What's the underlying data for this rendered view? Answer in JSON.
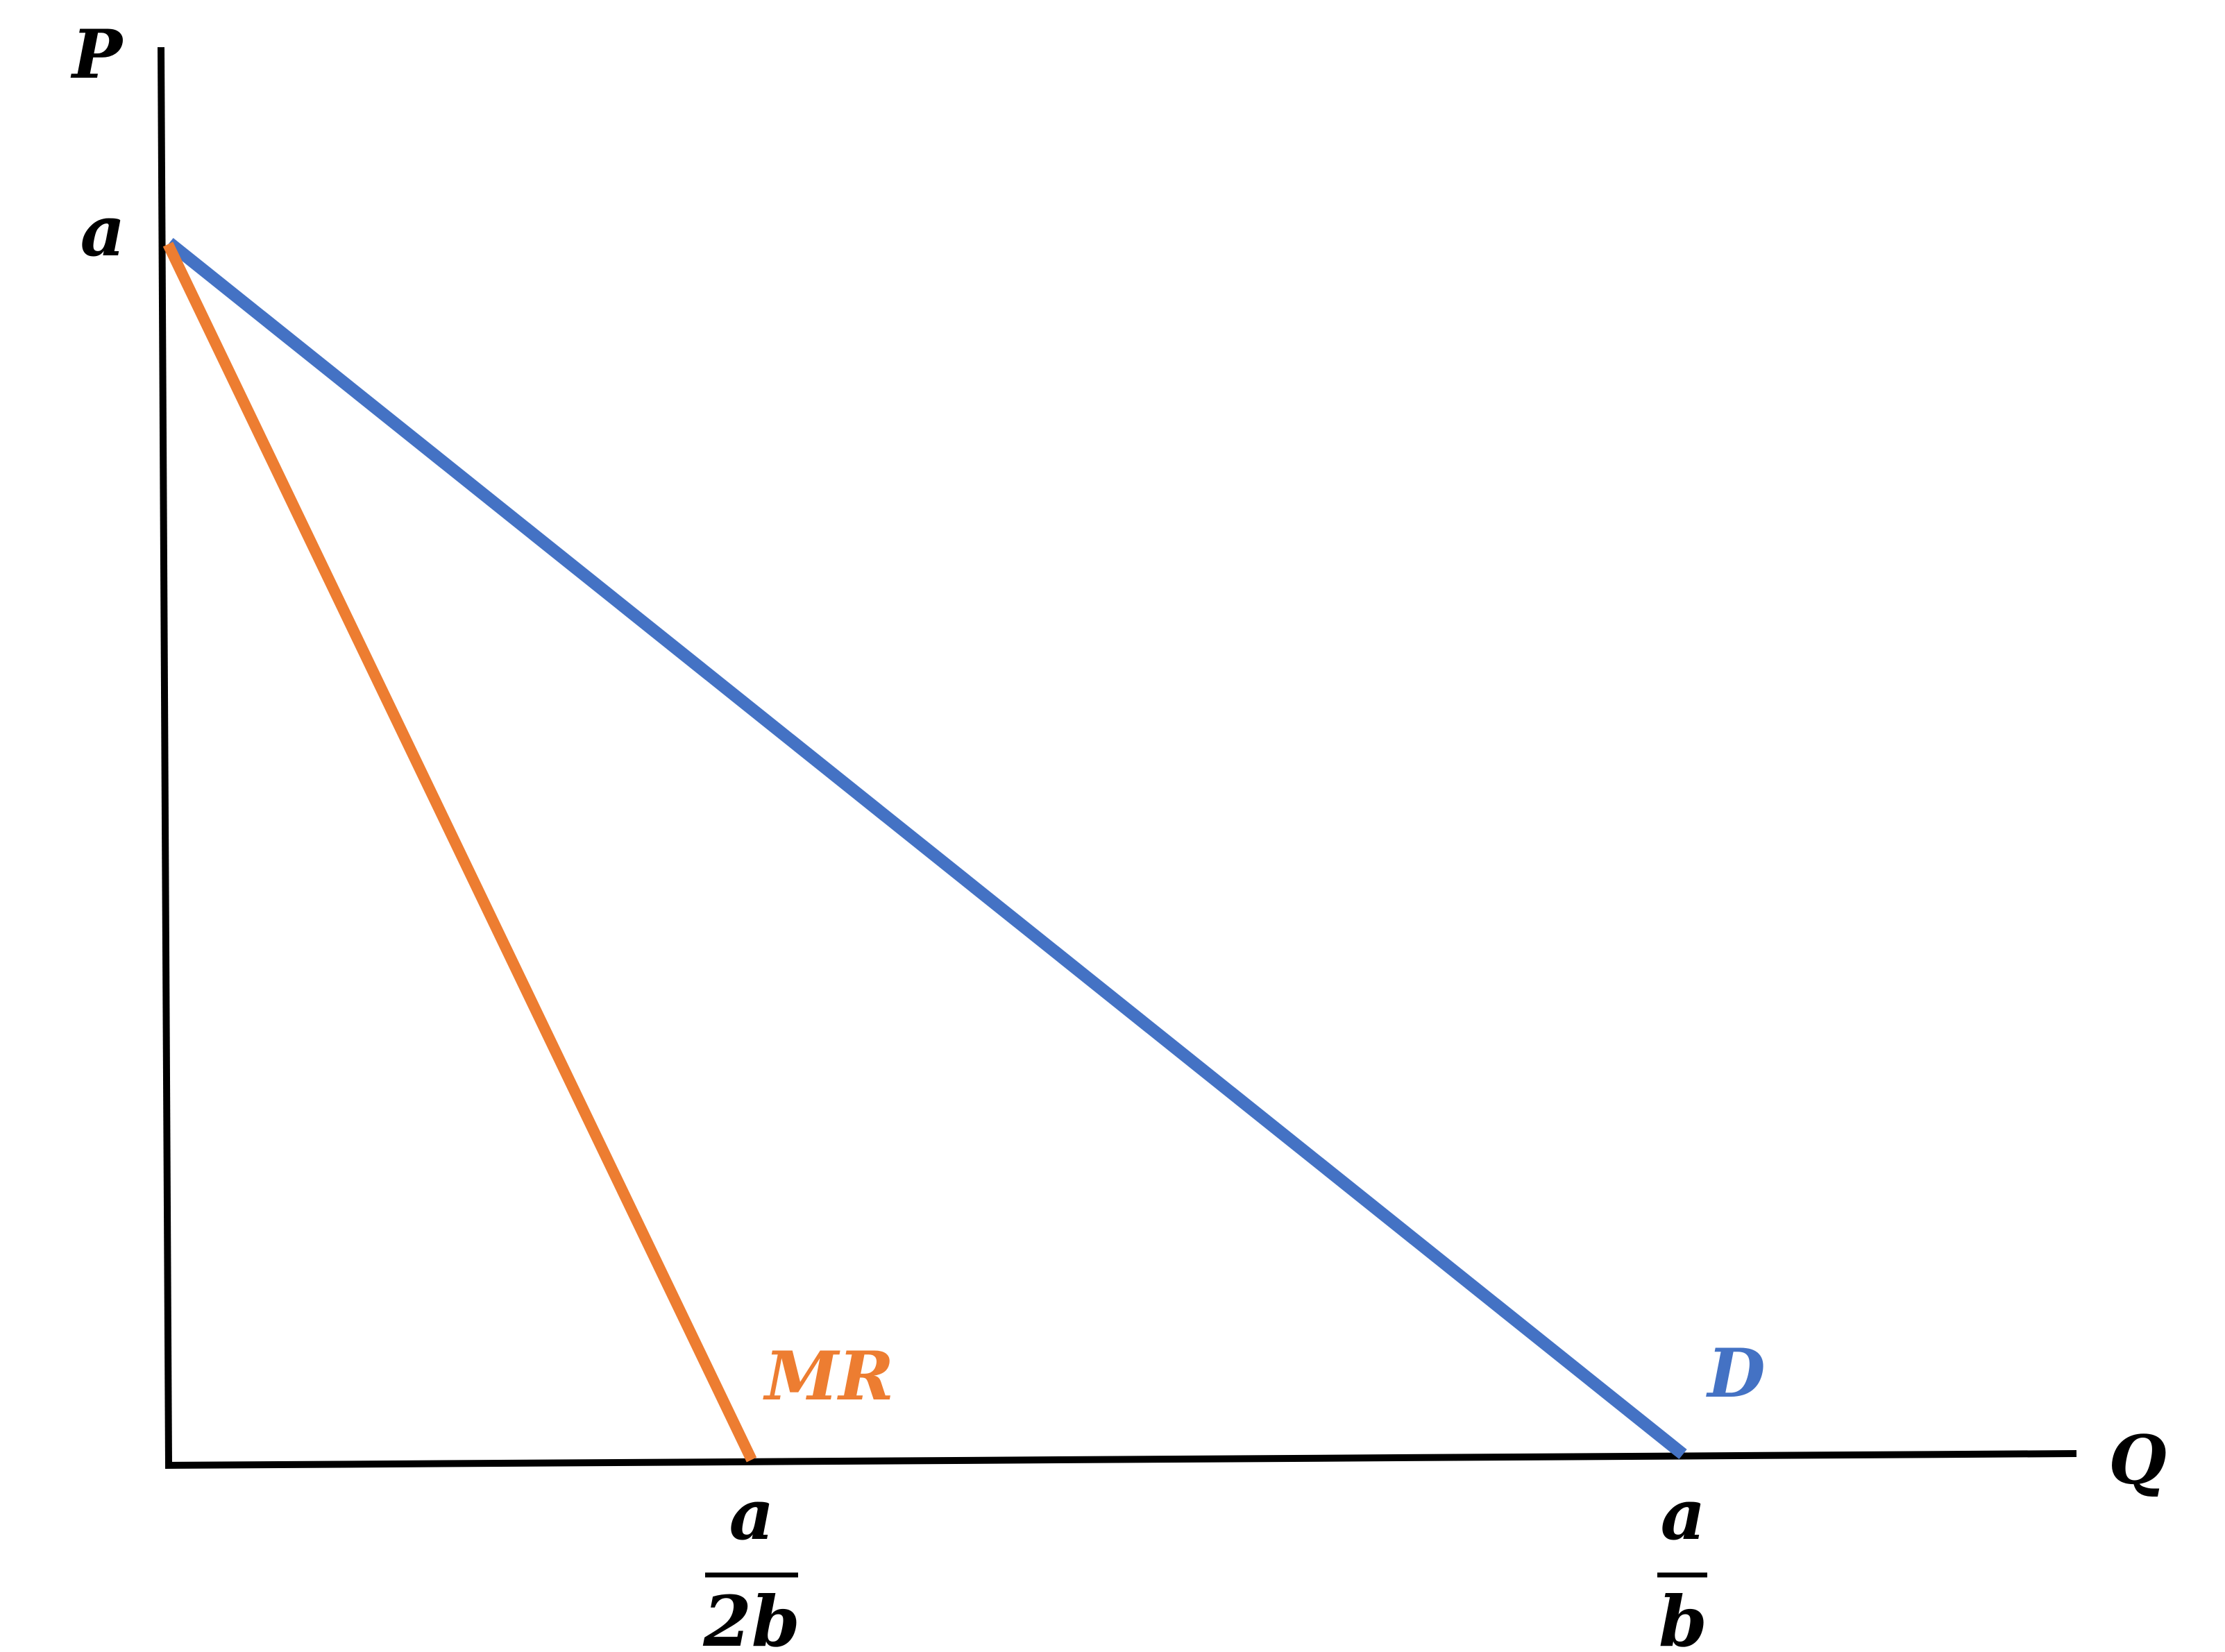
{
  "diagram": {
    "axis_y_label": "P",
    "axis_x_label": "Q",
    "y_intercept_label": "a",
    "mr_intercept": {
      "numerator": "a",
      "denominator": "2b"
    },
    "d_intercept": {
      "numerator": "a",
      "denominator": "b"
    },
    "demand_label": "D",
    "mr_label": "MR",
    "colors": {
      "axis": "#000000",
      "demand": "#4472C4",
      "mr": "#ED7D31",
      "text": "#000000"
    }
  }
}
